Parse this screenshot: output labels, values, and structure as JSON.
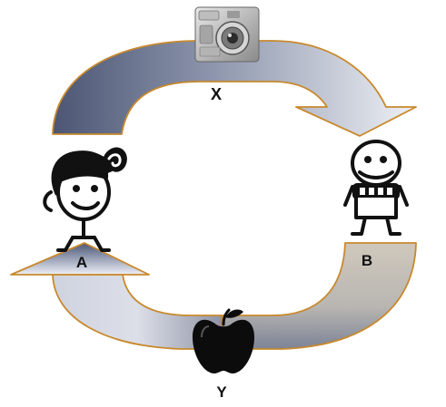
{
  "diagram": {
    "nodes": [
      {
        "id": "camera",
        "label": "X",
        "icon": "camera-icon"
      },
      {
        "id": "person-b",
        "label": "B",
        "icon": "person-icon"
      },
      {
        "id": "apple",
        "label": "Y",
        "icon": "apple-icon"
      },
      {
        "id": "person-a",
        "label": "A",
        "icon": "person-icon"
      }
    ],
    "flow": [
      "camera",
      "person-b",
      "apple",
      "person-a",
      "camera"
    ],
    "colors": {
      "arrow_dark": "#5a6580",
      "arrow_light": "#dfe2ea",
      "arrow_warm": "#c9c3b7",
      "arrow_outline": "#c8892c",
      "figure": "#111111"
    }
  }
}
